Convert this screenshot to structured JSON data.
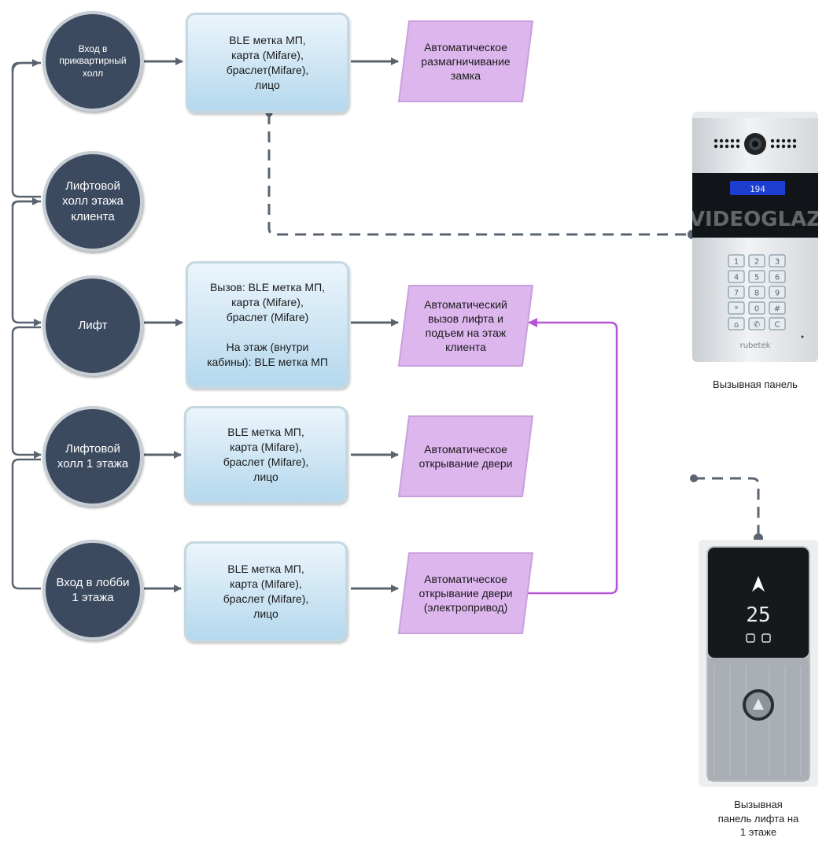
{
  "zones": [
    {
      "id": "apartment_hall",
      "label": "Вход в\nприквартирный\nхолл"
    },
    {
      "id": "elevator_hall_client",
      "label": "Лифтовой\nхолл этажа\nклиента"
    },
    {
      "id": "elevator",
      "label": "Лифт"
    },
    {
      "id": "elevator_hall_1",
      "label": "Лифтовой\nхолл 1 этажа"
    },
    {
      "id": "lobby",
      "label": "Вход в лобби\n1 этажа"
    }
  ],
  "methods": [
    {
      "label": "BLE метка МП,\nкарта (Mifare),\nбраслет(Mifare),\nлицо"
    },
    {
      "label": "Вызов: BLE метка МП,\nкарта (Mifare),\nбраслет (Mifare)\n\nНа этаж (внутри\nкабины): BLE метка МП"
    },
    {
      "label": "BLE метка МП,\nкарта (Mifare),\nбраслет (Mifare),\nлицо"
    },
    {
      "label": "BLE метка МП,\nкарта (Mifare),\nбраслет (Mifare),\nлицо"
    }
  ],
  "results": [
    {
      "label": "Автоматическое\nразмагничивание\nзамка"
    },
    {
      "label": "Автоматический\nвызов лифта и\nподъем на этаж\nклиента"
    },
    {
      "label": "Автоматическое\nоткрывание двери"
    },
    {
      "label": "Автоматическое\nоткрывание двери\n(электропривод)"
    }
  ],
  "devices": {
    "call_panel": {
      "caption": "Вызывная панель",
      "display": "194",
      "watermark": "VIDEOGLAZ",
      "brand": "rubetek",
      "keys": [
        "1",
        "2",
        "3",
        "4",
        "5",
        "6",
        "7",
        "8",
        "9",
        "*",
        "0",
        "#",
        "⌂",
        "✆",
        "C"
      ]
    },
    "lift_panel": {
      "caption": "Вызывная\nпанель лифта на\n1 этаже",
      "floor": "25"
    }
  },
  "colors": {
    "zone_fill": "#3b4a5e",
    "method_gradient_top": "#ebf5fb",
    "method_gradient_bottom": "#b5d8ee",
    "result_fill": "#ddb6ee",
    "connector": "#5a6470",
    "lift_connector": "#b455d6"
  }
}
